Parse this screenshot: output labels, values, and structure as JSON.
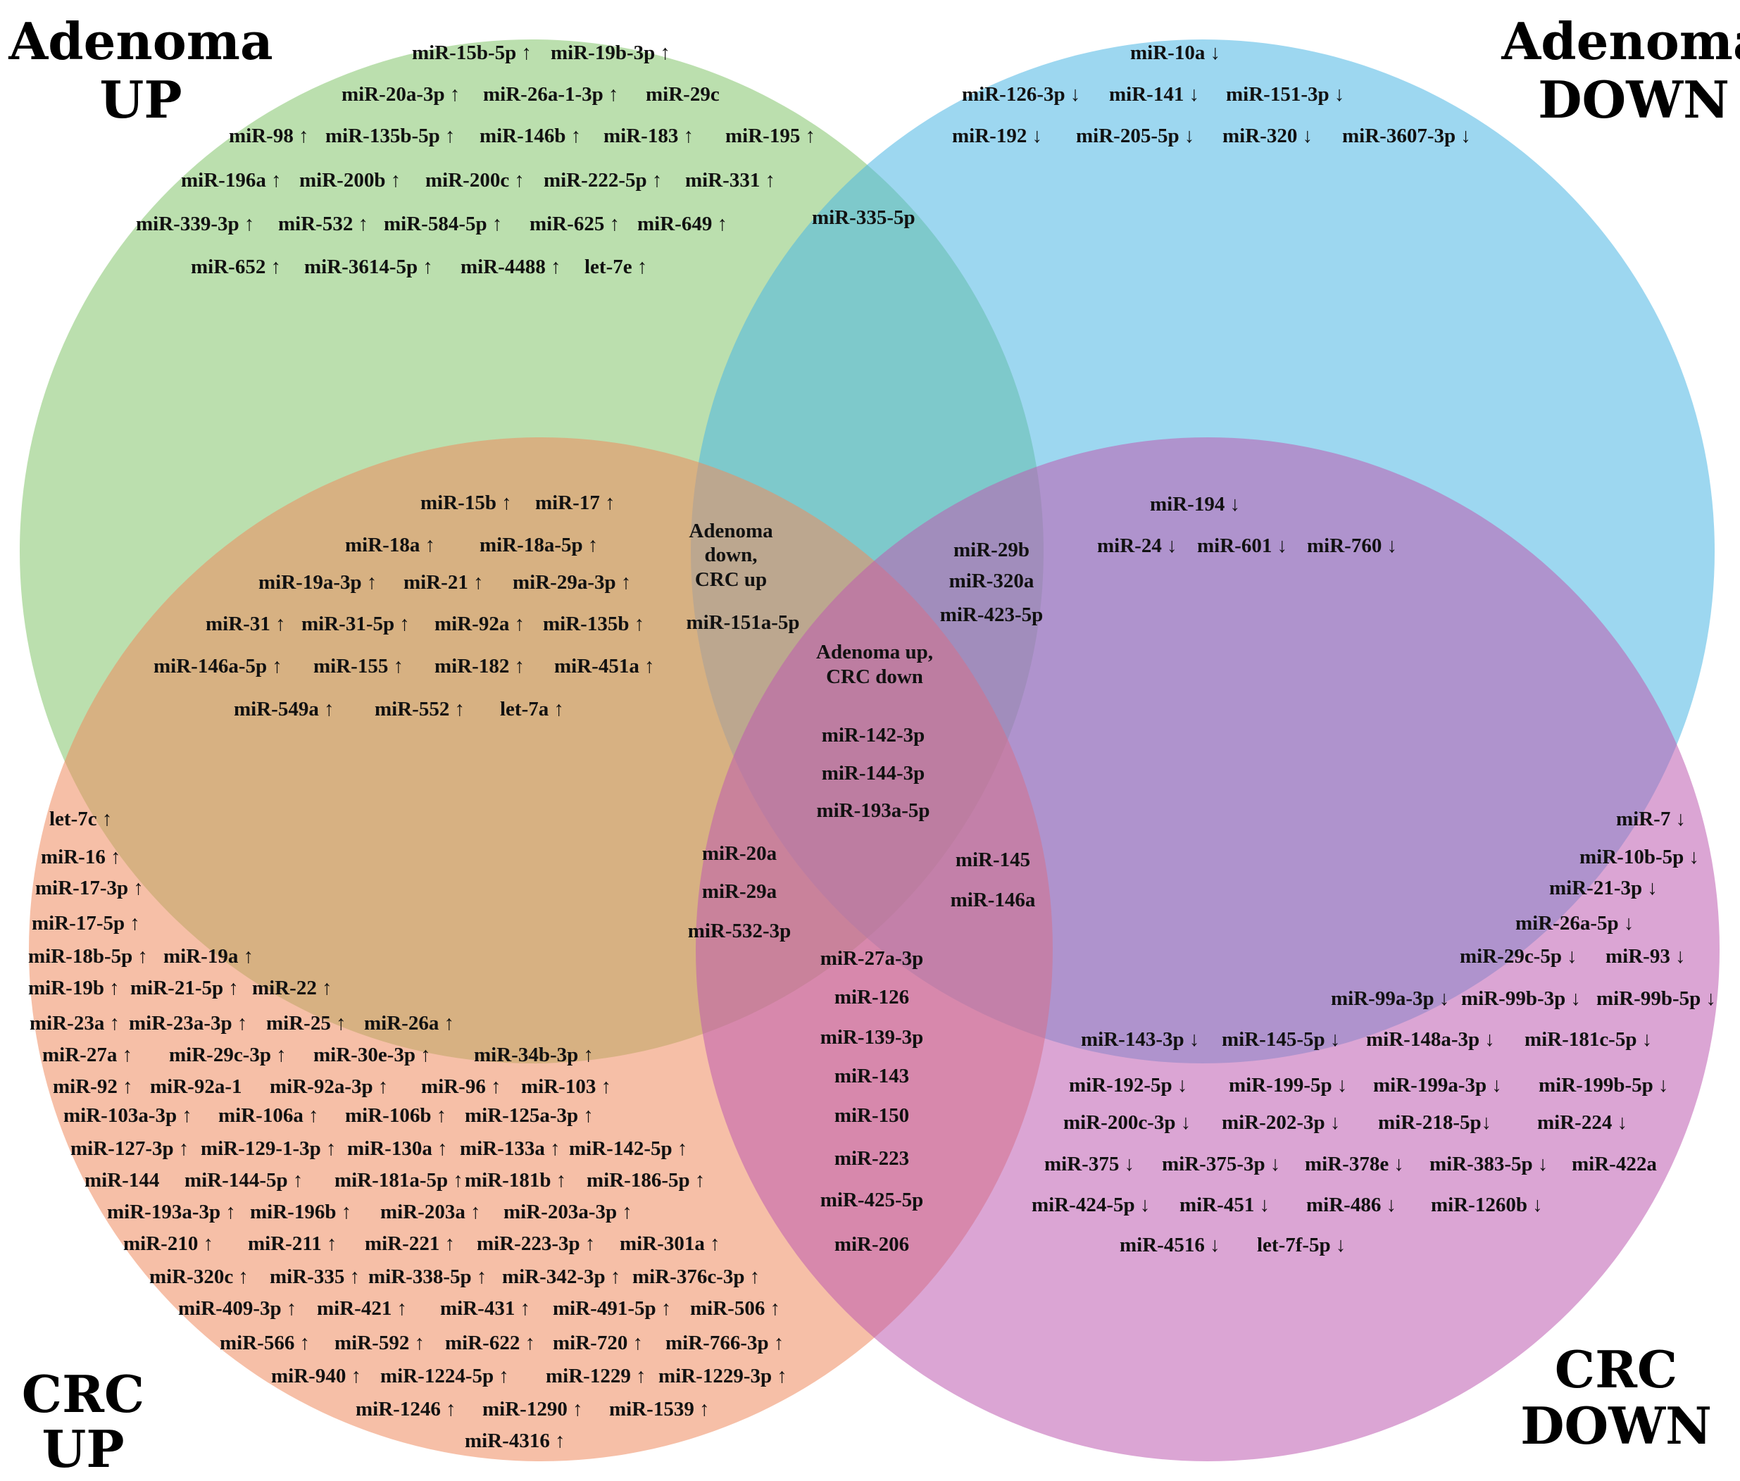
{
  "sets": [
    {
      "key": "adenoma_up",
      "label_lines": [
        "Adenoma",
        "UP"
      ],
      "color": "#84c46b"
    },
    {
      "key": "adenoma_down",
      "label_lines": [
        "Adenoma",
        "DOWN"
      ],
      "color": "#4cb6e4"
    },
    {
      "key": "crc_up",
      "label_lines": [
        "CRC",
        "UP"
      ],
      "color": "#ef8b5f"
    },
    {
      "key": "crc_down",
      "label_lines": [
        "CRC",
        "DOWN"
      ],
      "color": "#bd5bb0"
    }
  ],
  "regions": {
    "adenoma_up_only": [
      [
        "miR-15b-5p ↑",
        "miR-19b-3p ↑"
      ],
      [
        "miR-20a-3p ↑",
        "miR-26a-1-3p ↑",
        "miR-29c"
      ],
      [
        "miR-98 ↑",
        "miR-135b-5p ↑",
        "miR-146b ↑",
        "miR-183 ↑",
        "miR-195 ↑"
      ],
      [
        "miR-196a ↑",
        "miR-200b ↑",
        "miR-200c ↑",
        "miR-222-5p ↑",
        "miR-331 ↑"
      ],
      [
        "miR-339-3p ↑",
        "miR-532 ↑",
        "miR-584-5p ↑",
        "miR-625 ↑",
        "miR-649 ↑"
      ],
      [
        "miR-652 ↑",
        "miR-3614-5p ↑",
        "miR-4488 ↑",
        "let-7e ↑"
      ]
    ],
    "adenoma_down_only": [
      [
        "miR-10a ↓"
      ],
      [
        "miR-126-3p ↓",
        "miR-141 ↓",
        "miR-151-3p ↓"
      ],
      [
        "miR-192 ↓",
        "miR-205-5p ↓",
        "miR-320 ↓",
        "miR-3607-3p ↓"
      ]
    ],
    "adenoma_up_and_down": [
      "miR-335-5p"
    ],
    "adenoma_up_crc_up": [
      [
        "miR-15b ↑",
        "miR-17 ↑"
      ],
      [
        "miR-18a ↑",
        "miR-18a-5p ↑"
      ],
      [
        "miR-19a-3p ↑",
        "miR-21 ↑",
        "miR-29a-3p ↑"
      ],
      [
        "miR-31 ↑",
        "miR-31-5p ↑",
        "miR-92a ↑",
        "miR-135b ↑"
      ],
      [
        "miR-146a-5p ↑",
        "miR-155 ↑",
        "miR-182 ↑",
        "miR-451a ↑"
      ],
      [
        "miR-549a ↑",
        "miR-552 ↑",
        "let-7a ↑"
      ]
    ],
    "adenoma_down_crc_up": {
      "title_lines": [
        "Adenoma",
        "down,",
        "CRC up"
      ],
      "items": [
        "miR-151a-5p"
      ]
    },
    "adenoma_up_down_crc_down": [
      "miR-29b",
      "miR-320a",
      "miR-423-5p"
    ],
    "adenoma_down_crc_down": [
      [
        "miR-194 ↓"
      ],
      [
        "miR-24 ↓",
        "miR-601 ↓",
        "miR-760 ↓"
      ]
    ],
    "adenoma_up_crc_down": {
      "title_lines": [
        "Adenoma up,",
        "CRC down"
      ],
      "items": [
        "miR-142-3p",
        "miR-144-3p",
        "miR-193a-5p"
      ]
    },
    "adenoma_up_crc_both": [
      "miR-20a",
      "miR-29a",
      "miR-532-3p"
    ],
    "adenoma_down_crc_both": [
      "miR-145",
      "miR-146a"
    ],
    "crc_up_and_down": [
      "miR-27a-3p",
      "miR-126",
      "miR-139-3p",
      "miR-143",
      "miR-150",
      "miR-223",
      "miR-425-5p",
      "miR-206"
    ],
    "crc_up_only": [
      [
        "let-7c ↑"
      ],
      [
        "miR-16 ↑"
      ],
      [
        "miR-17-3p ↑"
      ],
      [
        "miR-17-5p ↑"
      ],
      [
        "miR-18b-5p ↑",
        "miR-19a ↑"
      ],
      [
        "miR-19b ↑",
        "miR-21-5p ↑",
        "miR-22 ↑"
      ],
      [
        "miR-23a ↑",
        "miR-23a-3p ↑",
        "miR-25 ↑",
        "miR-26a ↑"
      ],
      [
        "miR-27a ↑",
        "miR-29c-3p ↑",
        "miR-30e-3p ↑",
        "miR-34b-3p ↑"
      ],
      [
        "miR-92 ↑",
        "miR-92a-1",
        "miR-92a-3p ↑",
        "miR-96 ↑",
        "miR-103 ↑"
      ],
      [
        "miR-103a-3p ↑",
        "miR-106a ↑",
        "miR-106b ↑",
        "miR-125a-3p ↑"
      ],
      [
        "miR-127-3p ↑",
        "miR-129-1-3p ↑",
        "miR-130a ↑",
        "miR-133a ↑",
        "miR-142-5p ↑"
      ],
      [
        "miR-144",
        "miR-144-5p ↑",
        "miR-181a-5p ↑",
        "miR-181b ↑",
        "miR-186-5p ↑"
      ],
      [
        "miR-193a-3p ↑",
        "miR-196b ↑",
        "miR-203a ↑",
        "miR-203a-3p ↑"
      ],
      [
        "miR-210 ↑",
        "miR-211 ↑",
        "miR-221 ↑",
        "miR-223-3p ↑",
        "miR-301a ↑"
      ],
      [
        "miR-320c ↑",
        "miR-335 ↑",
        "miR-338-5p ↑",
        "miR-342-3p ↑",
        "miR-376c-3p ↑"
      ],
      [
        "miR-409-3p ↑",
        "miR-421 ↑",
        "miR-431 ↑",
        "miR-491-5p ↑",
        "miR-506 ↑"
      ],
      [
        "miR-566 ↑",
        "miR-592 ↑",
        "miR-622 ↑",
        "miR-720 ↑",
        "miR-766-3p ↑"
      ],
      [
        "miR-940 ↑",
        "miR-1224-5p ↑",
        "miR-1229 ↑",
        "miR-1229-3p ↑"
      ],
      [
        "miR-1246 ↑",
        "miR-1290 ↑",
        "miR-1539 ↑"
      ],
      [
        "miR-4316 ↑"
      ]
    ],
    "crc_down_only": [
      [
        "miR-7 ↓"
      ],
      [
        "miR-10b-5p ↓"
      ],
      [
        "miR-21-3p ↓"
      ],
      [
        "miR-26a-5p ↓"
      ],
      [
        "miR-29c-5p ↓",
        "miR-93 ↓"
      ],
      [
        "miR-99a-3p ↓",
        "miR-99b-3p ↓",
        "miR-99b-5p ↓"
      ],
      [
        "miR-143-3p ↓",
        "miR-145-5p ↓",
        "miR-148a-3p ↓",
        "miR-181c-5p ↓"
      ],
      [
        "miR-192-5p ↓",
        "miR-199-5p ↓",
        "miR-199a-3p ↓",
        "miR-199b-5p ↓"
      ],
      [
        "miR-200c-3p ↓",
        "miR-202-3p ↓",
        "miR-218-5p↓",
        "miR-224 ↓"
      ],
      [
        "miR-375 ↓",
        "miR-375-3p ↓",
        "miR-378e ↓",
        "miR-383-5p ↓",
        "miR-422a"
      ],
      [
        "miR-424-5p ↓",
        "miR-451 ↓",
        "miR-486 ↓",
        "miR-1260b ↓"
      ],
      [
        "miR-4516 ↓",
        "let-7f-5p ↓"
      ]
    ]
  }
}
